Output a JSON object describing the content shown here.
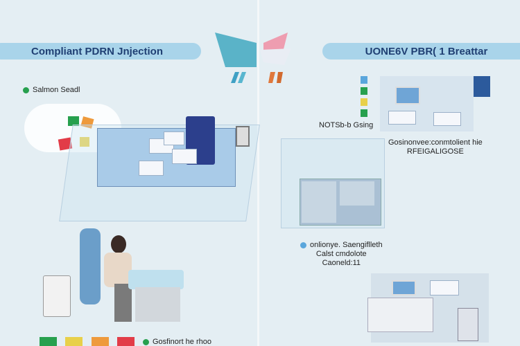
{
  "left": {
    "title": "Compliant PDRN Jnjection",
    "bullet": "Salmon Seadl",
    "bottom_bullet": "Gosfinort he rhoo"
  },
  "right": {
    "title": "UONE6V PBR( 1 Breattar",
    "label_1": "NOTSb-b Gsing",
    "label_2_line1": "Gosinonvee:conmtolient hie",
    "label_2_line2": "RFEIGALIGOSE",
    "label_3_line1": "onlionye. Saengiflleth",
    "label_3_line2": "Calst cmdolote",
    "label_3_line3": "Caoneld:11"
  },
  "colors": {
    "banner": "#a9d4ea",
    "title": "#1f3f73",
    "green": "#27a04e",
    "yellow": "#e8d04a",
    "orange": "#ee9a3c",
    "red": "#e23c48",
    "blue": "#5aa6dc"
  }
}
